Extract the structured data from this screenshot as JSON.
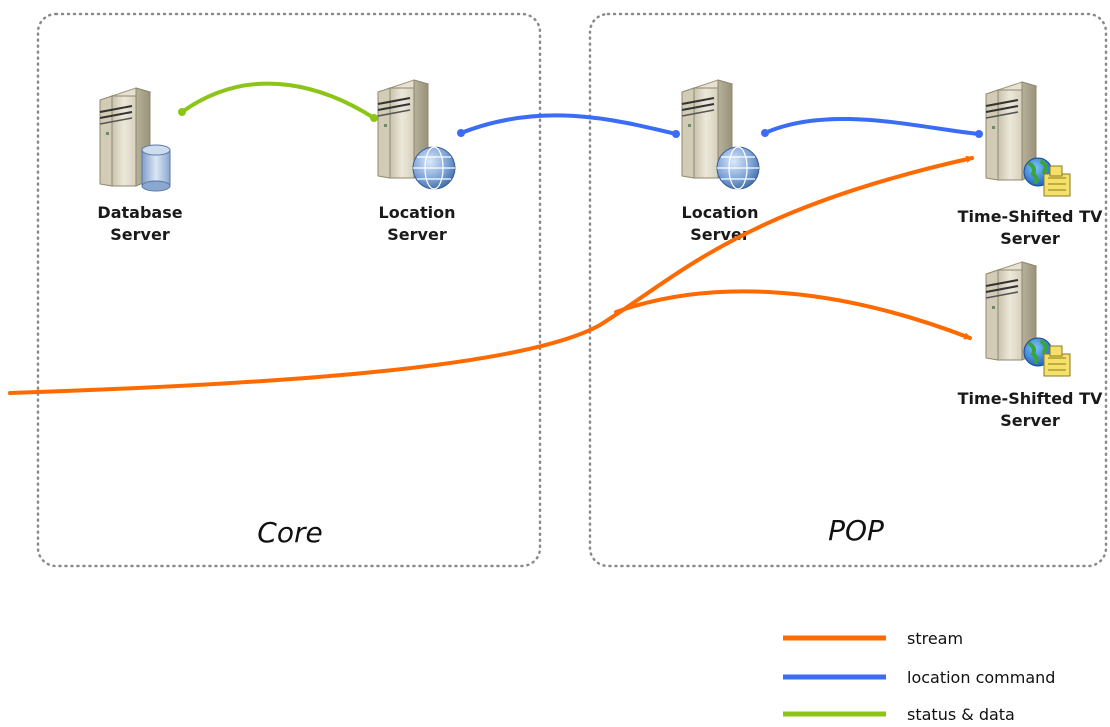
{
  "zones": [
    {
      "id": "core",
      "label": "Core"
    },
    {
      "id": "pop",
      "label": "POP"
    }
  ],
  "nodes": [
    {
      "id": "database-server",
      "line1": "Database",
      "line2": "Server",
      "badge": "database-icon"
    },
    {
      "id": "core-location-server",
      "line1": "Location",
      "line2": "Server",
      "badge": "globe-icon"
    },
    {
      "id": "pop-location-server",
      "line1": "Location",
      "line2": "Server",
      "badge": "globe-icon"
    },
    {
      "id": "tstv-server-1",
      "line1": "Time-Shifted TV",
      "line2": "Server",
      "badge": "globe-tv-icon"
    },
    {
      "id": "tstv-server-2",
      "line1": "Time-Shifted TV",
      "line2": "Server",
      "badge": "globe-tv-icon"
    }
  ],
  "legend": [
    {
      "key": "stream",
      "label": "stream",
      "color": "#FF6A00"
    },
    {
      "key": "location",
      "label": "location command",
      "color": "#3B6CF5"
    },
    {
      "key": "status",
      "label": "status & data",
      "color": "#8CC418"
    }
  ]
}
